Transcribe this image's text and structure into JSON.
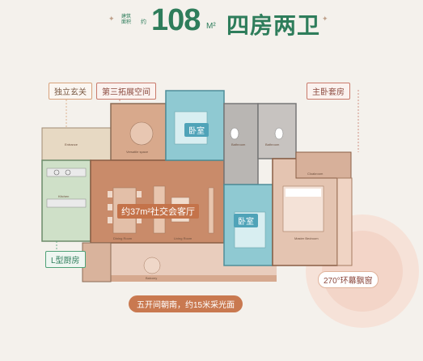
{
  "header": {
    "badge_lines": [
      "建筑",
      "面积",
      "约"
    ],
    "area_value": "108",
    "area_unit": "M²",
    "unit_type": "四房两卫"
  },
  "callouts": {
    "foyer": "独立玄关",
    "flex_space": "第三拓展空间",
    "master_suite": "主卧套房",
    "kitchen": "L型厨房",
    "window": "270°环幕飘窗",
    "sunlight": "五开间朝南，约15米采光面"
  },
  "rooms": {
    "bedroom_top": "卧室",
    "bedroom_mid": "卧室",
    "living": "约37m²社交会客厅"
  },
  "small_labels": {
    "entrance": "Entrance",
    "kitchen": "Kitchen",
    "study": "Versatile space",
    "dining": "Dining Room",
    "living": "Living Room",
    "balcony": "Balcony",
    "bath1": "Bathroom",
    "bath2": "Bathroom",
    "cloak": "Cloakroom",
    "master": "Master Bedroom"
  },
  "colors": {
    "brand_green": "#2e7d5b",
    "floor_warm": "#c98b6a",
    "bedroom_blue": "#8fc9d2",
    "bath_grey": "#b9b6b3"
  }
}
